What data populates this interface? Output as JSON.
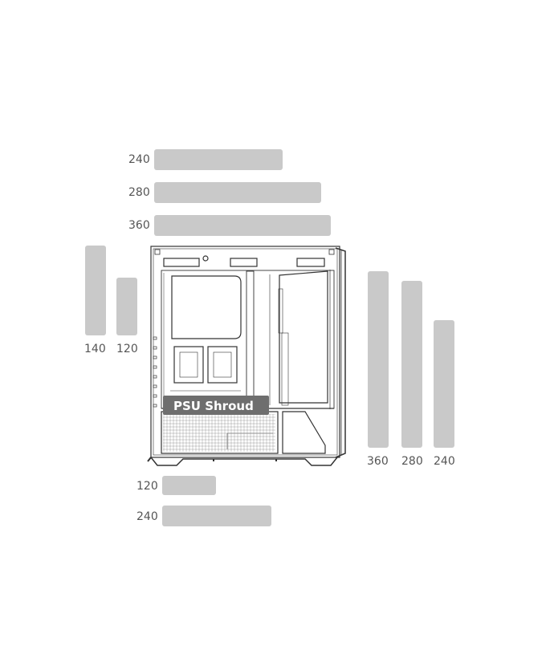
{
  "diagram": {
    "colors": {
      "bar": "#c9c9c9",
      "label": "#555555",
      "outline": "#333333",
      "shroud_bg": "#6e6e6e",
      "shroud_text": "#ffffff"
    },
    "psu_shroud_label": "PSU Shroud",
    "top_radiators": [
      {
        "size": "240",
        "length_mm": 240
      },
      {
        "size": "280",
        "length_mm": 280
      },
      {
        "size": "360",
        "length_mm": 360
      }
    ],
    "rear_radiators": [
      {
        "size": "140",
        "length_mm": 140
      },
      {
        "size": "120",
        "length_mm": 120
      }
    ],
    "front_radiators": [
      {
        "size": "360",
        "length_mm": 360
      },
      {
        "size": "280",
        "length_mm": 280
      },
      {
        "size": "240",
        "length_mm": 240
      }
    ],
    "bottom_radiators": [
      {
        "size": "120",
        "length_mm": 120
      },
      {
        "size": "240",
        "length_mm": 240
      }
    ]
  }
}
